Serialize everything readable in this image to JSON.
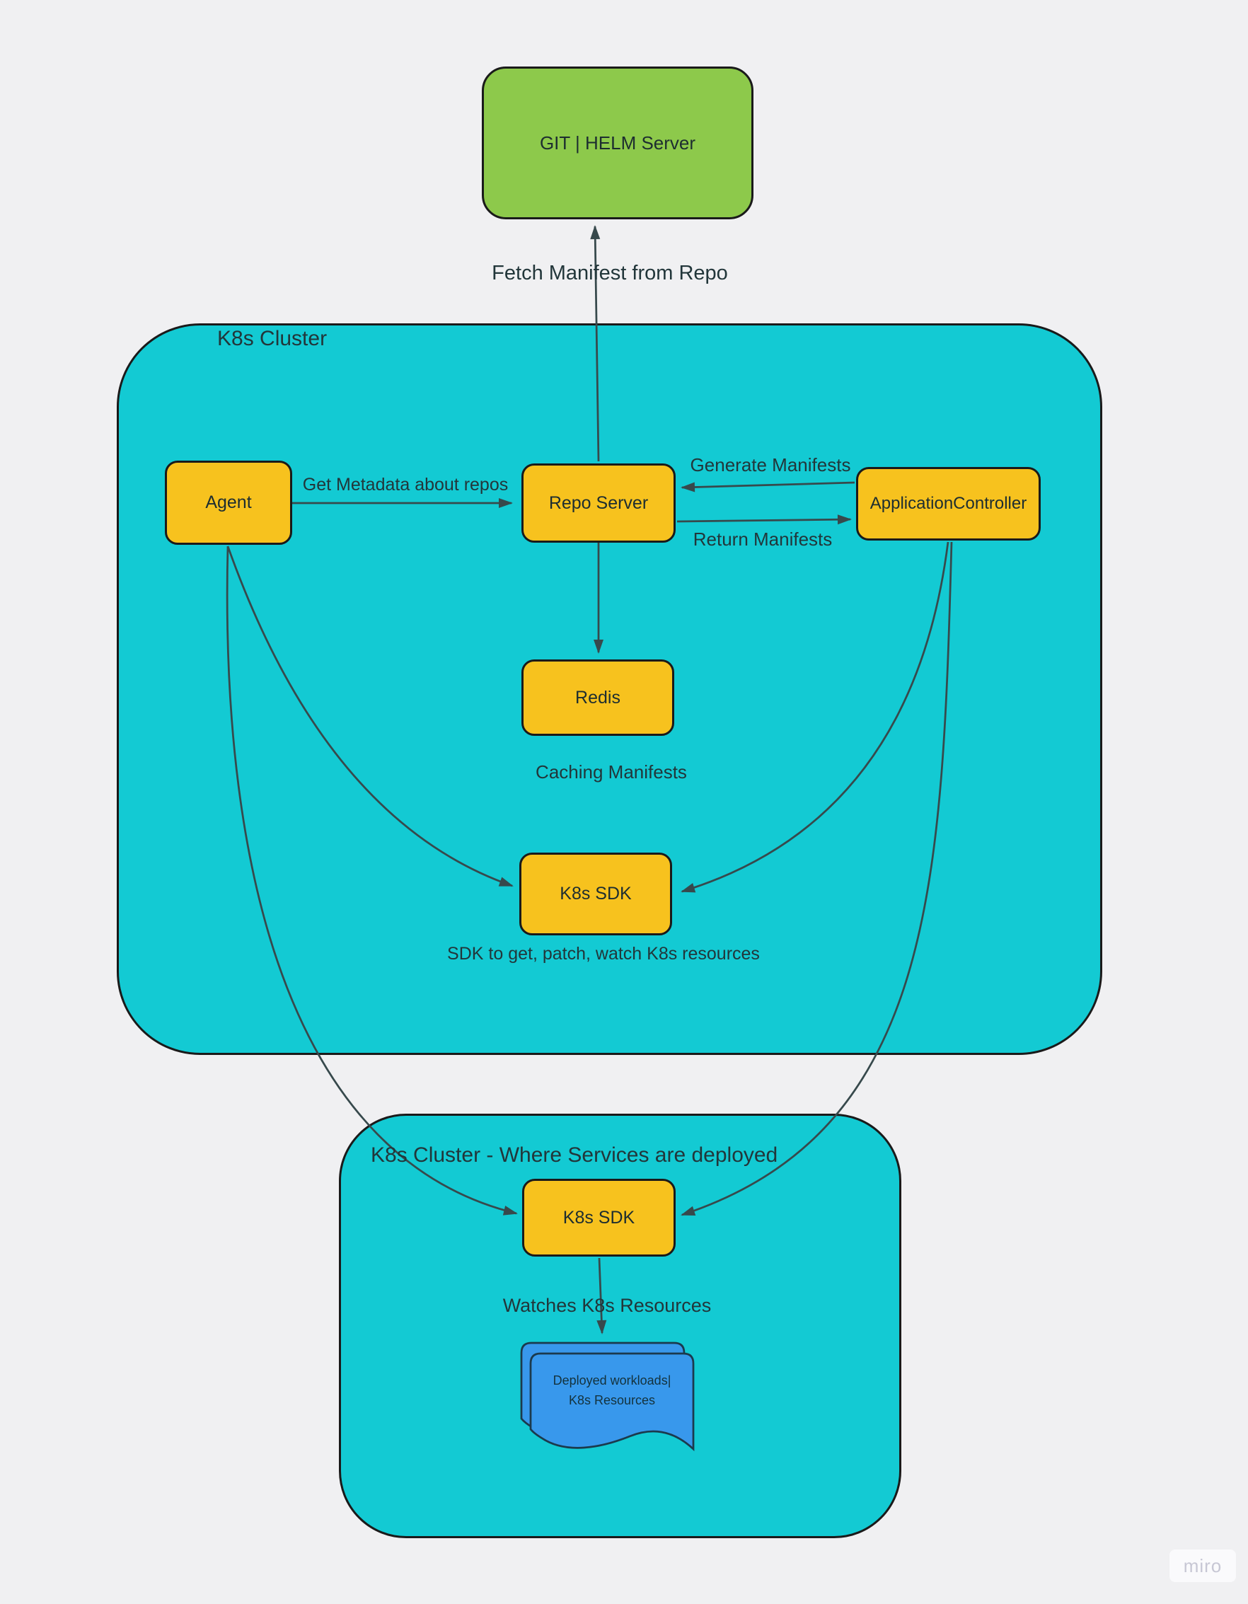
{
  "colors": {
    "bg": "#F0F0F2",
    "teal": "#13CAD3",
    "yellow": "#F7C21E",
    "green": "#8DC94B",
    "blue": "#3898EC",
    "border": "#1A1A1A",
    "doc_border": "#1B3A4D",
    "line": "#37494C",
    "text_dark": "#1D2D30",
    "text_label": "#22363A",
    "watermark_bg": "#FAFAFC",
    "watermark_text": "#C7C7D4"
  },
  "external": {
    "git_helm_label": "GIT | HELM Server"
  },
  "edge_labels": {
    "fetch": "Fetch Manifest from Repo",
    "get_metadata": "Get Metadata about repos",
    "generate": "Generate Manifests",
    "return": "Return Manifests"
  },
  "cluster_main": {
    "title": "K8s Cluster",
    "nodes": {
      "agent": "Agent",
      "repo_server": "Repo Server",
      "application_controller": "ApplicationController",
      "redis": "Redis",
      "k8s_sdk": "K8s SDK"
    },
    "captions": {
      "caching": "Caching Manifests",
      "sdk": "SDK to get, patch, watch K8s resources"
    }
  },
  "cluster_deploy": {
    "title": "K8s Cluster - Where Services are deployed",
    "nodes": {
      "k8s_sdk": "K8s SDK"
    },
    "captions": {
      "watches": "Watches K8s Resources"
    },
    "document": {
      "line1": "Deployed workloads|",
      "line2": "K8s Resources"
    }
  },
  "connectors": [
    {
      "from": "repo-server",
      "to": "git-helm-server",
      "label": "Fetch Manifest from Repo"
    },
    {
      "from": "agent",
      "to": "repo-server",
      "label": "Get Metadata about repos"
    },
    {
      "from": "application-controller",
      "to": "repo-server",
      "label": "Generate Manifests"
    },
    {
      "from": "repo-server",
      "to": "application-controller",
      "label": "Return Manifests"
    },
    {
      "from": "repo-server",
      "to": "redis",
      "label": ""
    },
    {
      "from": "agent",
      "to": "k8s-sdk-main",
      "label": ""
    },
    {
      "from": "application-controller",
      "to": "k8s-sdk-main",
      "label": ""
    },
    {
      "from": "agent",
      "to": "k8s-sdk-deploy",
      "label": ""
    },
    {
      "from": "application-controller",
      "to": "k8s-sdk-deploy",
      "label": ""
    },
    {
      "from": "k8s-sdk-deploy",
      "to": "deployed-workloads",
      "label": "Watches K8s Resources"
    }
  ],
  "watermark": {
    "label": "miro"
  }
}
